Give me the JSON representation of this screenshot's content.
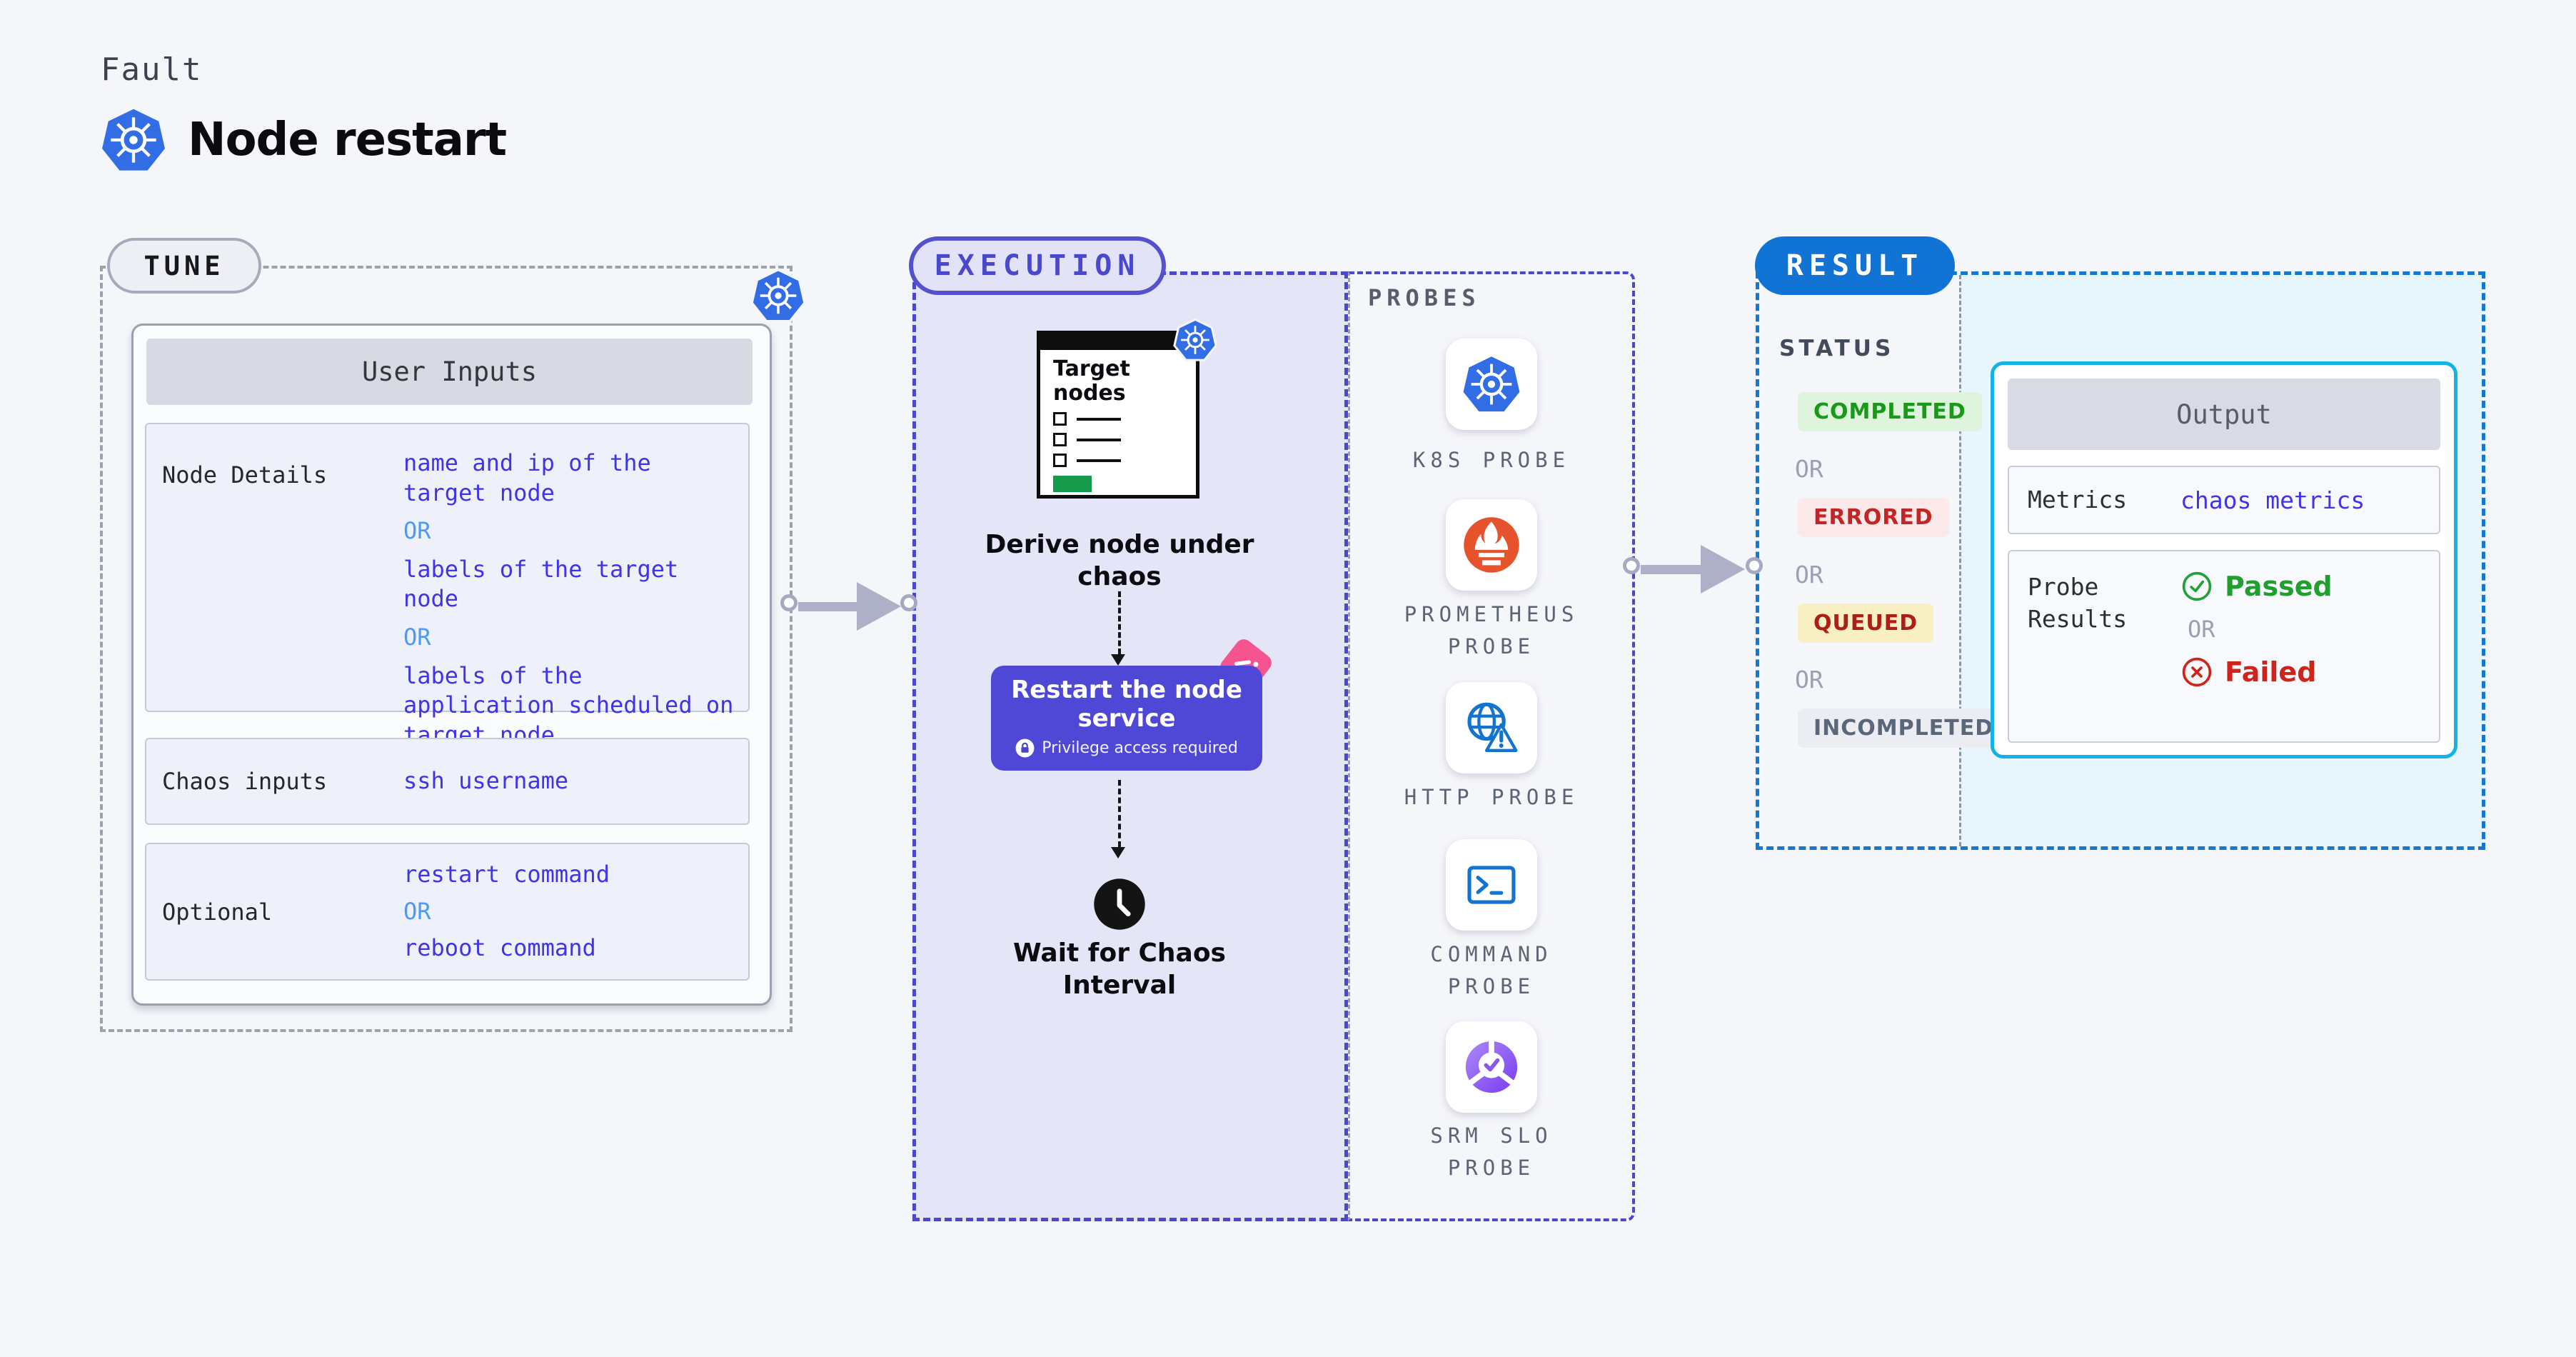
{
  "header": {
    "kicker": "Fault",
    "title": "Node restart"
  },
  "tune": {
    "pill": "TUNE",
    "user_inputs": {
      "header": "User Inputs",
      "rows": [
        {
          "label": "Node Details",
          "v1": "name and ip of the target node",
          "or1": "OR",
          "v2": "labels of the target node",
          "or2": "OR",
          "v3": "labels of the application scheduled on target node"
        },
        {
          "label": "Chaos inputs",
          "v1": "ssh username"
        },
        {
          "label": "Optional",
          "v1": "restart command",
          "or1": "OR",
          "v2": "reboot command"
        }
      ]
    }
  },
  "execution": {
    "pill": "EXECUTION",
    "target_nodes_label": "Target nodes",
    "derive_label": "Derive node under chaos",
    "restart_title": "Restart the node service",
    "restart_note": "Privilege access required",
    "wait_label": "Wait for Chaos Interval",
    "probes": {
      "label": "PROBES",
      "items": [
        {
          "label": "K8S PROBE",
          "icon": "kubernetes-icon"
        },
        {
          "label": "PROMETHEUS PROBE",
          "icon": "prometheus-icon"
        },
        {
          "label": "HTTP PROBE",
          "icon": "globe-warning-icon"
        },
        {
          "label": "COMMAND PROBE",
          "icon": "terminal-icon"
        },
        {
          "label": "SRM SLO PROBE",
          "icon": "slo-donut-check-icon"
        }
      ]
    }
  },
  "result": {
    "pill": "RESULT",
    "status": {
      "heading": "STATUS",
      "completed": "COMPLETED",
      "or1": "OR",
      "errored": "ERRORED",
      "or2": "OR",
      "queued": "QUEUED",
      "or3": "OR",
      "incompleted": "INCOMPLETED"
    },
    "output": {
      "header": "Output",
      "metrics_label": "Metrics",
      "metrics_value": "chaos metrics",
      "probe_results_label": "Probe Results",
      "passed": "Passed",
      "or": "OR",
      "failed": "Failed"
    }
  },
  "colors": {
    "indigo": "#4b48cf",
    "result_blue": "#1173d4",
    "output_border_cyan": "#15b2e7",
    "value_blue": "#4033e8",
    "or_blue": "#4d9af5",
    "k8s_blue": "#326de6",
    "prometheus_orange": "#e6522c",
    "probe_icon_blue": "#1473cf",
    "passed_green": "#1f9f2e",
    "failed_red": "#cf241b",
    "restart_box_indigo": "#4f48d6",
    "pink_badge": "#f6548f",
    "queued_bg": "#f9efc5"
  }
}
